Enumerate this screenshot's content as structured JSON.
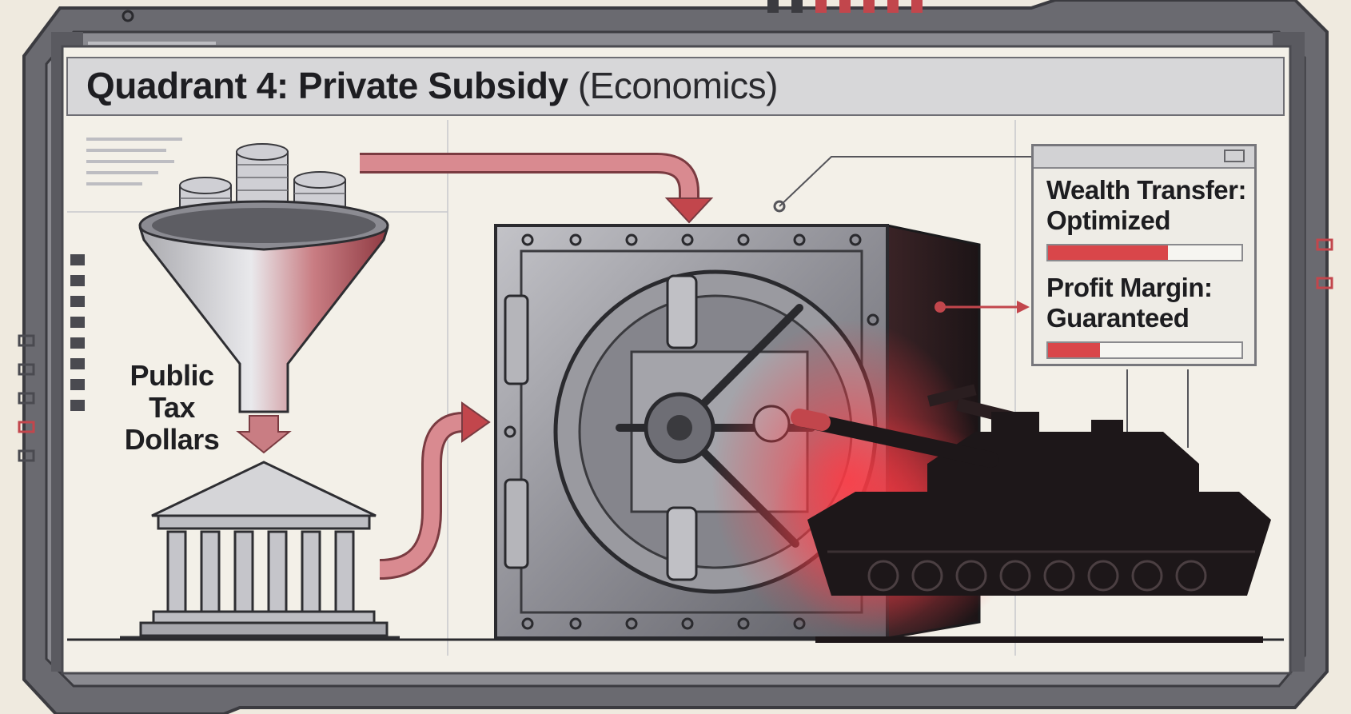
{
  "title": {
    "bold": "Quadrant 4: Private Subsidy",
    "normal": " (Economics)"
  },
  "funnel_label": {
    "line1": "Public",
    "line2": "Tax",
    "line3": "Dollars"
  },
  "panel": {
    "metrics": [
      {
        "line1": "Wealth Transfer:",
        "line2": "Optimized",
        "level": 0.62
      },
      {
        "line1": "Profit Margin:",
        "line2": "Guaranteed",
        "level": 0.27
      }
    ]
  },
  "colors": {
    "accent": "#d9464a",
    "frame": "#5a5a60",
    "screen": "#f3f0e8",
    "ink": "#1e1e22"
  }
}
